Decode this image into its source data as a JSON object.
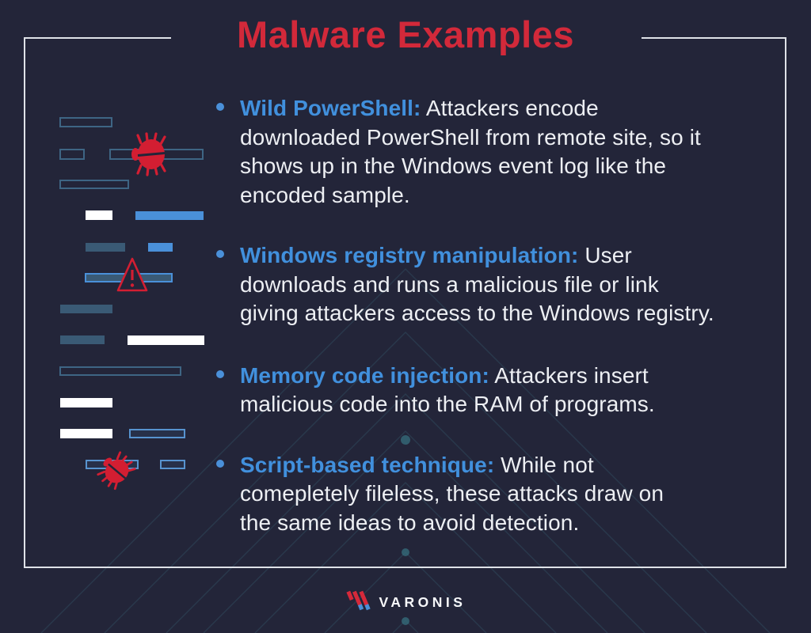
{
  "page": {
    "title": "Malware Examples"
  },
  "bullets": [
    {
      "heading": "Wild PowerShell:",
      "line1": " Attackers encode",
      "lines": [
        "downloaded PowerShell from remote site, so it",
        "shows up in the Windows event log like the",
        "encoded sample."
      ]
    },
    {
      "heading": "Windows registry manipulation:",
      "line1": " User",
      "lines": [
        "downloads and runs a malicious file or link",
        "giving attackers access to the Windows registry."
      ]
    },
    {
      "heading": "Memory code injection:",
      "line1": " Attackers insert",
      "lines": [
        "malicious code into the RAM of programs."
      ]
    },
    {
      "heading": "Script-based technique:",
      "line1": " While not",
      "lines": [
        "comepletely fileless, these attacks draw on",
        "the same ideas to avoid detection."
      ]
    }
  ],
  "footer": {
    "brand": "VARONIS"
  },
  "icons": {
    "bug": "bug-icon",
    "warning": "warning-triangle-icon",
    "bullet": "bullet-dot-icon",
    "logo_mark": "varonis-slashes-icon"
  },
  "colors": {
    "background": "#232539",
    "frame": "#dfe2e8",
    "title_red": "#d2293a",
    "accent_blue": "#4a90d9",
    "heading_blue": "#4190dd",
    "body_text": "#edeff3",
    "bug_red": "#d31e32",
    "slate_bar": "#3a5a75",
    "outline_bar": "#3e6584",
    "circuit_teal": "#3f8191"
  }
}
